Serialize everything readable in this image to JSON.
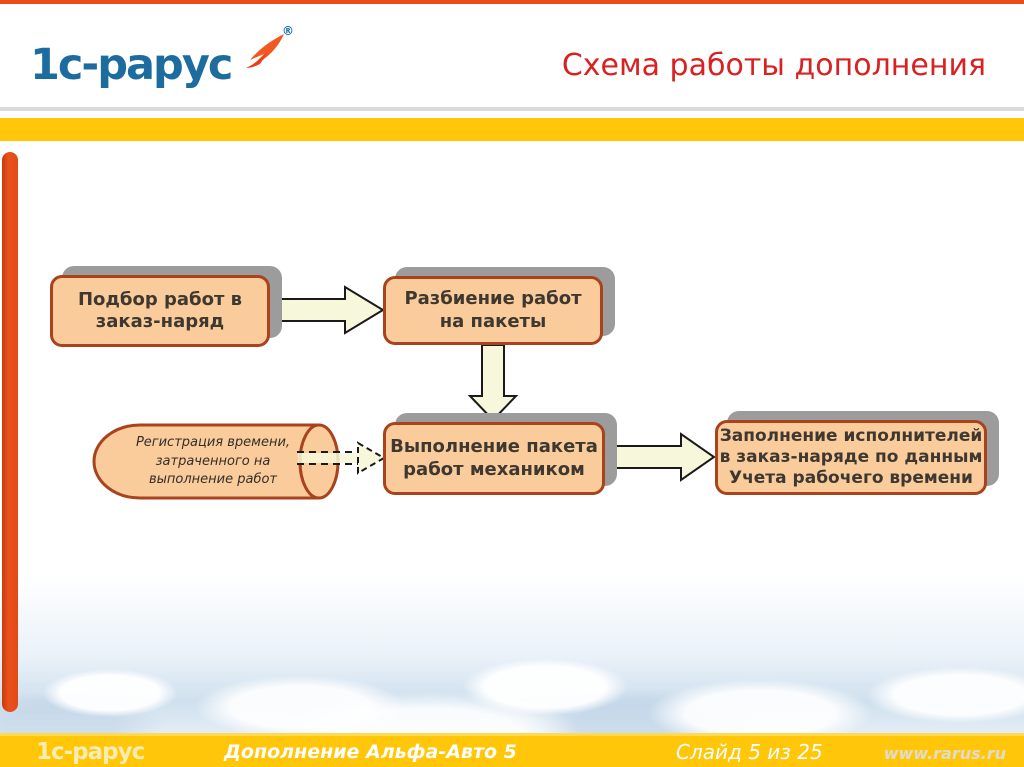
{
  "header": {
    "logo_text": "1с-рарус",
    "logo_reg": "®",
    "title": "Схема работы дополнения"
  },
  "diagram": {
    "box_podbor": {
      "label": "Подбор работ в\nзаказ-наряд"
    },
    "box_razbienie": {
      "label": "Разбиение работ\nна пакеты"
    },
    "box_vypolnenie": {
      "label": "Выполнение пакета\nработ механиком"
    },
    "box_zapolnenie": {
      "label": "Заполнение исполнителей\nв заказ-наряде по данным\nУчета рабочего времени"
    },
    "tape": {
      "label": "Регистрация времени,\nзатраченного на\nвыполнение работ"
    }
  },
  "footer": {
    "logo_text": "1с-рарус",
    "product": "Дополнение Альфа-Авто 5",
    "slide_counter": "Слайд 5 из 25",
    "site": "www.rarus.ru"
  },
  "theme": {
    "accent_yellow": "#ffc60a",
    "accent_red_bar": "#e34a16",
    "title_red": "#d92121",
    "logo_blue": "#1c6c9f",
    "logo_swoosh_orange": "#f05a22",
    "box_fill": "#facc9c",
    "box_border": "#a8431e",
    "box_text": "#3e3830",
    "shadow_gray": "#9c9c9c",
    "arrow_fill": "#f7f7dc",
    "arrow_stroke": "#1a1a1a"
  }
}
